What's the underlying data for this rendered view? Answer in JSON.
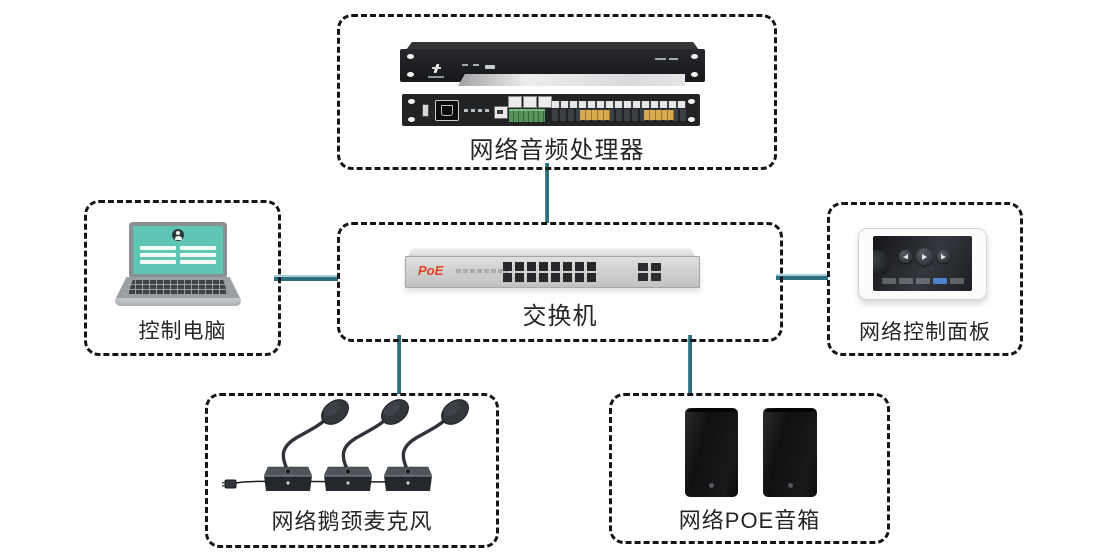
{
  "nodes": {
    "processor": {
      "label": "网络音频处理器"
    },
    "switch": {
      "label": "交换机",
      "device_badge": "PoE"
    },
    "pc": {
      "label": "控制电脑"
    },
    "panel": {
      "label": "网络控制面板"
    },
    "mic": {
      "label": "网络鹅颈麦克风"
    },
    "speaker": {
      "label": "网络POE音箱"
    }
  },
  "connections": [
    {
      "from": "processor",
      "to": "switch"
    },
    {
      "from": "pc",
      "to": "switch"
    },
    {
      "from": "panel",
      "to": "switch"
    },
    {
      "from": "mic",
      "to": "switch"
    },
    {
      "from": "speaker",
      "to": "switch"
    }
  ],
  "colors": {
    "connector": "#2d6e7f",
    "box_border": "#161616",
    "label_text": "#262626",
    "poe_red": "#e04324",
    "laptop_screen": "#5fc6b4",
    "panel_highlight": "#4d82cf"
  }
}
